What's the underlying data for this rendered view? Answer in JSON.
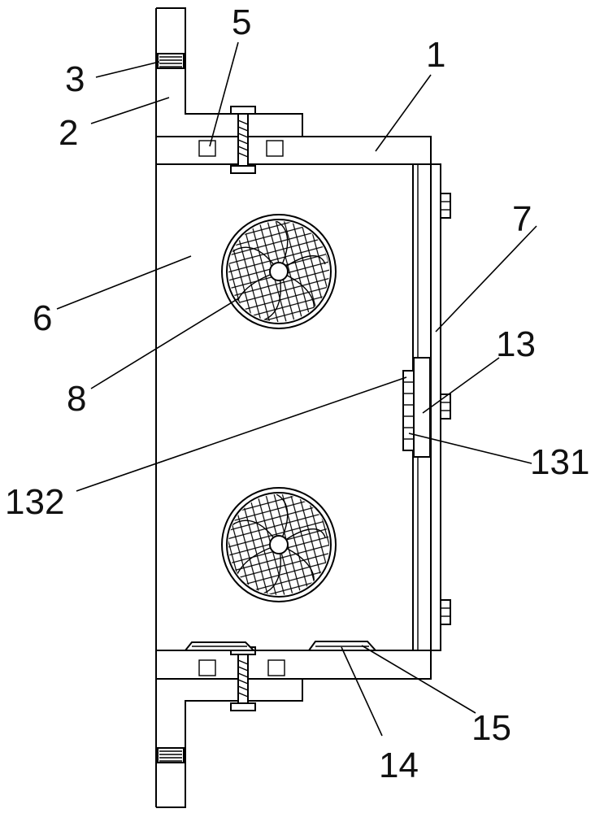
{
  "labels": {
    "l1": "1",
    "l2": "2",
    "l3": "3",
    "l5": "5",
    "l6": "6",
    "l7": "7",
    "l8": "8",
    "l13": "13",
    "l131": "131",
    "l132": "132",
    "l14": "14",
    "l15": "15"
  }
}
